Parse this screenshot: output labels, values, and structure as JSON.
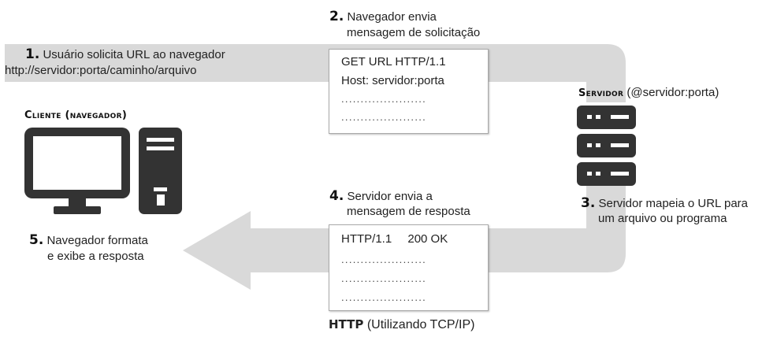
{
  "steps": {
    "s1": {
      "num": "1.",
      "text": "Usuário solicita URL ao navegador",
      "url": "http://servidor:porta/caminho/arquivo"
    },
    "s2": {
      "num": "2.",
      "line1": "Navegador envia",
      "line2": "mensagem de solicitação"
    },
    "s3": {
      "num": "3.",
      "line1": "Servidor mapeia o URL para",
      "line2": "um arquivo ou programa"
    },
    "s4": {
      "num": "4.",
      "line1": "Servidor envia a",
      "line2": "mensagem de resposta"
    },
    "s5": {
      "num": "5.",
      "line1": "Navegador formata",
      "line2": "e exibe a resposta"
    }
  },
  "client": {
    "label": "Cliente (navegador)"
  },
  "server": {
    "label": "Servidor",
    "address": "(@servidor:porta)"
  },
  "request": {
    "line1": "GET URL HTTP/1.1",
    "line2": "Host: servidor:porta",
    "dots": "......................"
  },
  "response": {
    "status_version": "HTTP/1.1",
    "status_code": "200 OK",
    "dots": "......................"
  },
  "protocol": {
    "name": "HTTP",
    "detail": "(Utilizando TCP/IP)"
  },
  "colors": {
    "arrow": "#d9d9d9",
    "icon": "#333333"
  }
}
